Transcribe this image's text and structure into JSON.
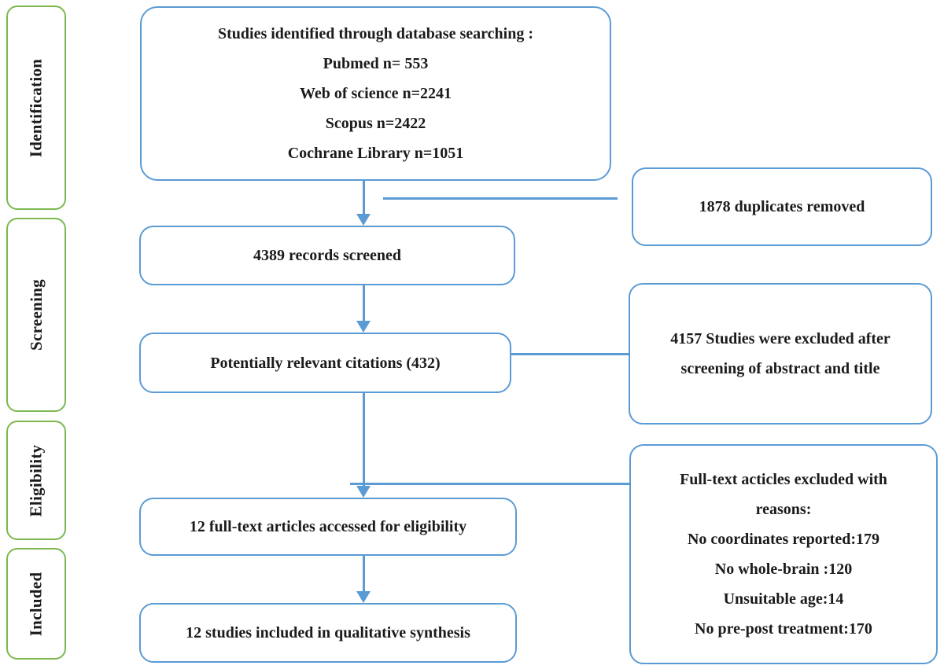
{
  "colors": {
    "flow_box_border": "#5b9bd5",
    "stage_box_border": "#7cb84f",
    "arrow": "#5b9bd5",
    "text": "#1b1b1b"
  },
  "stages": [
    "Identification",
    "Screening",
    "Eligibility",
    "Included"
  ],
  "main_flow": {
    "identified_lines": [
      "Studies identified through database searching :",
      "Pubmed n= 553",
      "Web of science n=2241",
      "Scopus n=2422",
      "Cochrane Library n=1051"
    ],
    "screened": "4389 records screened",
    "citations": "Potentially relevant citations (432)",
    "fulltext": "12 full-text articles accessed for eligibility",
    "included": "12 studies included in qualitative synthesis"
  },
  "side_boxes": {
    "duplicates": "1878 duplicates removed",
    "abstract_excluded_lines": [
      "4157 Studies were excluded after",
      "screening of abstract and title"
    ],
    "fulltext_excluded_lines": [
      "Full-text acticles excluded with",
      "reasons:",
      "No coordinates reported:179",
      "No whole-brain :120",
      "Unsuitable age:14",
      "No pre-post treatment:170"
    ]
  }
}
